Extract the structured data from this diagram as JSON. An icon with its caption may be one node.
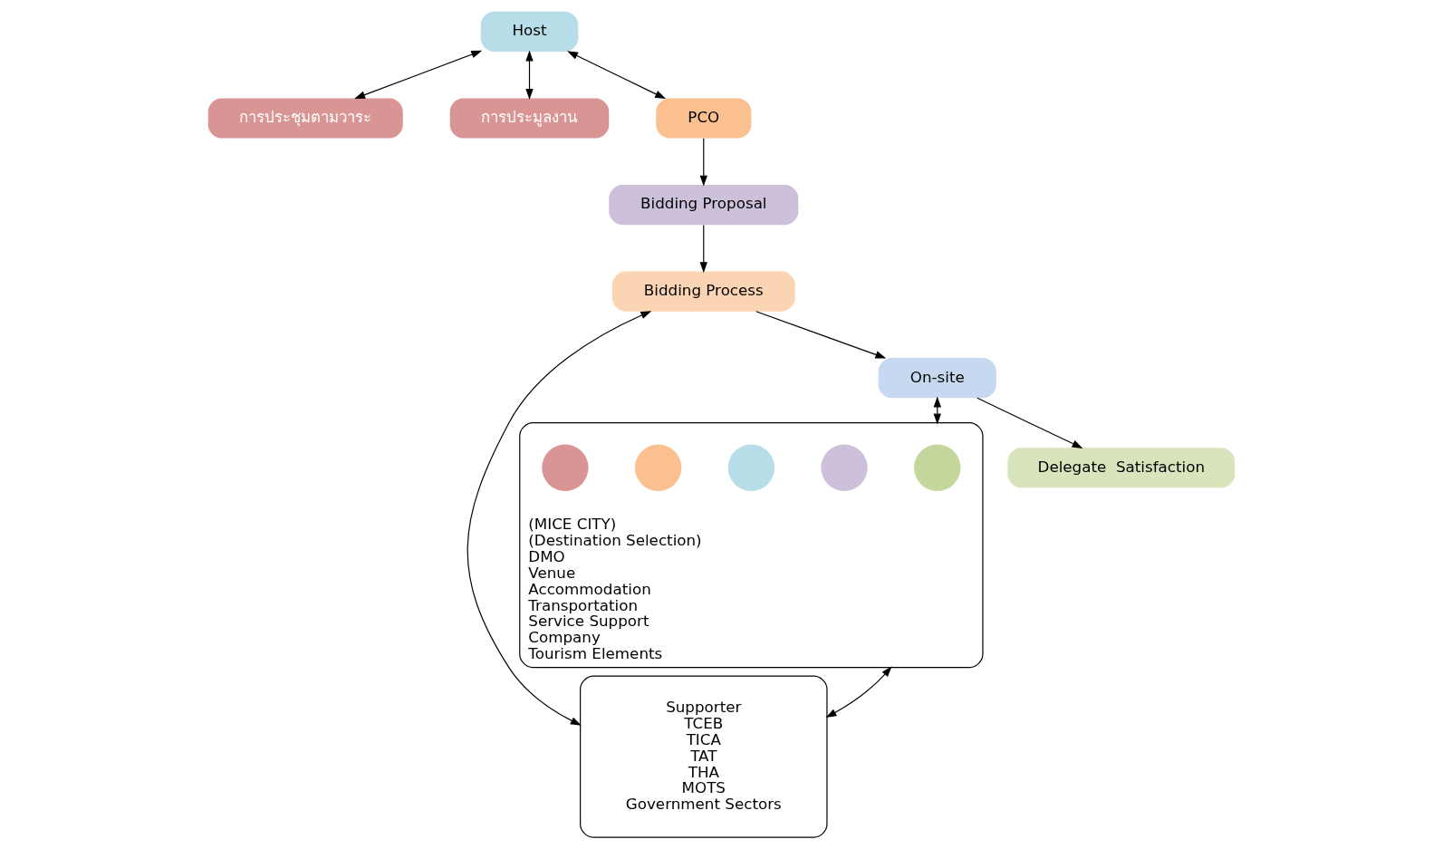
{
  "diagram": {
    "nodes": [
      {
        "text": [
          "การประชุมตามวาระ"
        ]
      },
      {
        "text": [
          "การประมูลงาน"
        ]
      },
      {
        "text": [
          "(MICE CITY)",
          "(Destination Selection)",
          "DMO",
          "Venue",
          "Accommodation",
          "Transportation",
          "Service Support",
          "Company",
          "Tourism Elements"
        ]
      },
      {
        "text": [],
        "shape": "circle",
        "in": 2
      },
      {
        "text": [],
        "shape": "circle",
        "in": 2
      },
      {
        "text": [],
        "shape": "circle",
        "in": 2
      },
      {
        "text": [],
        "shape": "circle",
        "in": 2
      },
      {
        "text": [],
        "shape": "circle",
        "in": 2
      },
      {
        "text": [
          "Host"
        ]
      },
      {
        "text": [
          "Supporter",
          "TCEB",
          "TICA",
          "TAT",
          "THA",
          "MOTS",
          "Government Sectors"
        ]
      },
      {
        "text": [
          "PCO"
        ]
      },
      {
        "text": [
          "Bidding Proposal"
        ]
      },
      {
        "text": [
          "Bidding Process"
        ]
      },
      {
        "text": [
          "On-site"
        ]
      },
      {
        "text": [
          "Delegate  Satisfaction"
        ]
      }
    ],
    "edges": [
      {
        "from": 8,
        "to": 0,
        "arrow": "both"
      },
      {
        "from": 8,
        "to": 1,
        "arrow": "both"
      },
      {
        "from": 8,
        "to": 10,
        "arrow": "both"
      },
      {
        "from": 2,
        "to": 9,
        "arrow": "both"
      },
      {
        "from": 10,
        "to": 11,
        "arrow": "to"
      },
      {
        "from": 11,
        "to": 12,
        "arrow": "to"
      },
      {
        "from": 12,
        "to": 9,
        "arrow": "both"
      },
      {
        "from": 12,
        "to": 13,
        "arrow": "to"
      },
      {
        "from": 13,
        "to": 2,
        "arrow": "both"
      },
      {
        "from": 13,
        "to": 14,
        "arrow": "to"
      }
    ]
  }
}
